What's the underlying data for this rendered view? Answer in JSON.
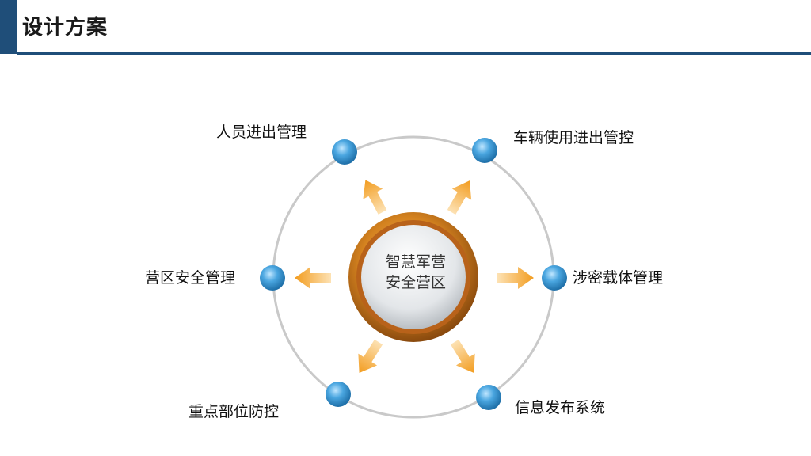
{
  "header": {
    "title": "设计方案",
    "accent_color": "#1f4e79"
  },
  "diagram": {
    "center": {
      "line1": "智慧军营",
      "line2": "安全营区"
    },
    "nodes": [
      {
        "id": "personnel",
        "label": "人员进出管理"
      },
      {
        "id": "vehicle",
        "label": "车辆使用进出管控"
      },
      {
        "id": "classified",
        "label": "涉密载体管理"
      },
      {
        "id": "info",
        "label": "信息发布系统"
      },
      {
        "id": "keypoint",
        "label": "重点部位防控"
      },
      {
        "id": "camp",
        "label": "营区安全管理"
      }
    ],
    "colors": {
      "ring": "#c9c9c9",
      "node_dot": "#3a9ad9",
      "arrow": "#f5a623",
      "hub_outer": "#c8741a",
      "hub_inner": "#e6e8ea"
    }
  }
}
